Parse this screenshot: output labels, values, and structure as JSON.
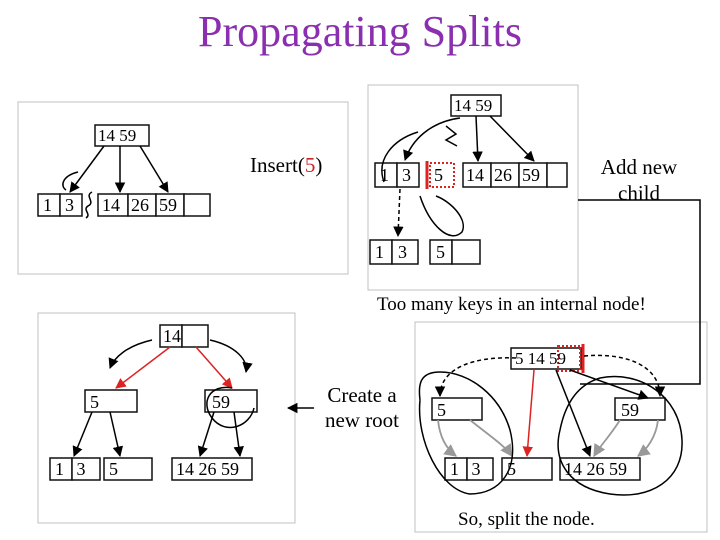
{
  "title": "Propagating Splits",
  "panel1": {
    "root_keys": "14 59",
    "insert_word": "Insert(",
    "insert_value": "5",
    "insert_close": ")",
    "leaf": [
      "1",
      "3",
      "14",
      "26",
      "59"
    ]
  },
  "panel2": {
    "root_keys": "14 59",
    "leaf": [
      "1",
      "3",
      "5",
      "14",
      "26",
      "59"
    ],
    "new_leaf_left": [
      "1",
      "3"
    ],
    "new_leaf_right": "5",
    "note": "Add new child"
  },
  "caption_too_many": "Too many keys in an internal node!",
  "panel3": {
    "root": "5 14 59",
    "left_node": "5",
    "right_node": "59",
    "leaves": [
      "1 3",
      "5",
      "14 26 59"
    ],
    "caption": "So, split the node."
  },
  "panel4": {
    "root": "14",
    "left_node": "5",
    "right_node": "59",
    "leaves": [
      "1 3",
      "5",
      "14 26 59"
    ]
  },
  "create_root_label": "Create a new root",
  "colors": {
    "title": "#8a2fb0",
    "insert": "#cc2222",
    "red": "#dd2222",
    "gray": "#999999",
    "cell_border": "#111111"
  }
}
